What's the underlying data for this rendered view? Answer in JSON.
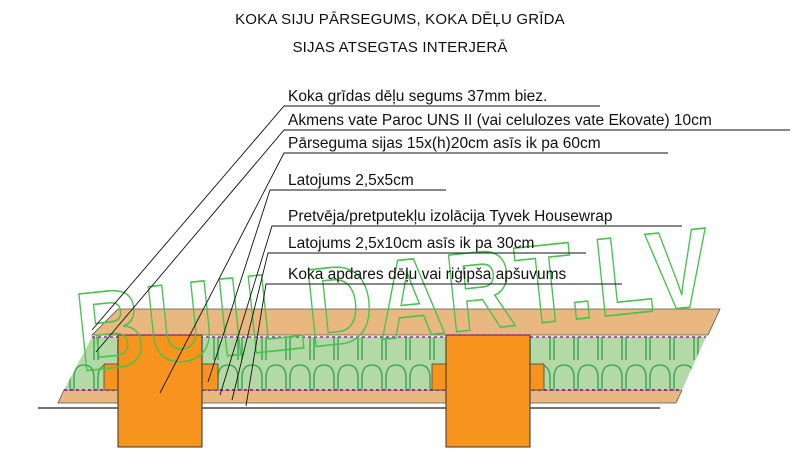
{
  "title_line1": "KOKA SIJU PĀRSEGUMS, KOKA DĒĻU GRĪDA",
  "title_line2": "SIJAS ATSEGTAS INTERJERĀ",
  "watermark": "BUILDART.LV",
  "labels": [
    "Koka grīdas dēļu segums 37mm biez.",
    "Akmens vate Paroc UNS II (vai celulozes vate Ekovate) 10cm",
    "Pārseguma sijas 15x(h)20cm asīs ik pa 60cm",
    "Latojums 2,5x5cm",
    "Pretvēja/pretputekļu izolācija Tyvek Housewrap",
    "Latojums 2,5x10cm asīs ik pa 30cm",
    "Koka apdares dēļu vai riģipša apšuvums"
  ],
  "colors": {
    "wood_boards": "#e8b880",
    "insulation": "#b3d9a6",
    "insulation_lines": "#2f9f4a",
    "beams": "#f7941d",
    "membrane": "#9b2c8a",
    "watermark": "#49c24f"
  }
}
